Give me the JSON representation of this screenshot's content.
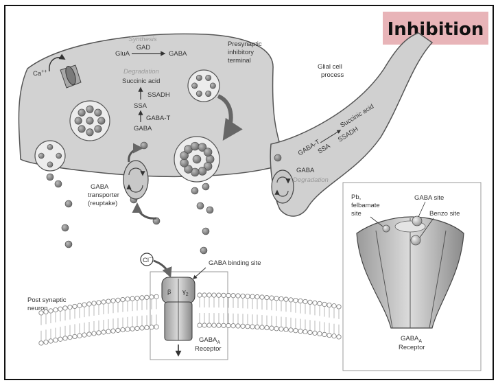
{
  "title_badge": "Inhibition",
  "colors": {
    "badge_bg": "#e8b4b8",
    "terminal_fill": "#d2d2d2",
    "vesicle_fill": "#8a8a8a",
    "membrane": "#888888"
  },
  "synthesis": {
    "header": "Synthesis",
    "substrate": "GluA",
    "enzyme": "GAD",
    "product": "GABA"
  },
  "degradation_presynaptic": {
    "header": "Degradation",
    "end_product": "Succinic acid",
    "enzyme2": "SSADH",
    "intermediate": "SSA",
    "enzyme1": "GABA-T",
    "substrate": "GABA"
  },
  "calcium": "Ca",
  "calcium_charge": "++",
  "presynaptic_label": [
    "Presynaptic",
    "inhibitory",
    "terminal"
  ],
  "glial_label": [
    "Glial cell",
    "process"
  ],
  "glial_pathway": {
    "substrate": "GABA",
    "enzyme1": "GABA-T",
    "intermediate": "SSA",
    "enzyme2": "SSADH",
    "end_product": "Succinic acid",
    "header": "Degradation"
  },
  "transporter_label": [
    "GABA",
    "transporter",
    "(reuptake)"
  ],
  "chloride": "Cl",
  "chloride_charge": "−",
  "binding_site_label": "GABA binding site",
  "postsynaptic_label": [
    "Post synaptic",
    "neuron"
  ],
  "receptor_subunits": {
    "beta": "β",
    "gamma": "γ",
    "gamma_sub": "2"
  },
  "receptor_label": {
    "main": "GABA",
    "subscript": "A",
    "second": "Receptor"
  },
  "inset": {
    "pb_label": [
      "Pb,",
      "felbamate",
      "site"
    ],
    "gaba_site": "GABA site",
    "benzo_site": "Benzo site",
    "receptor_main": "GABA",
    "receptor_sub": "A",
    "receptor_second": "Receptor"
  }
}
